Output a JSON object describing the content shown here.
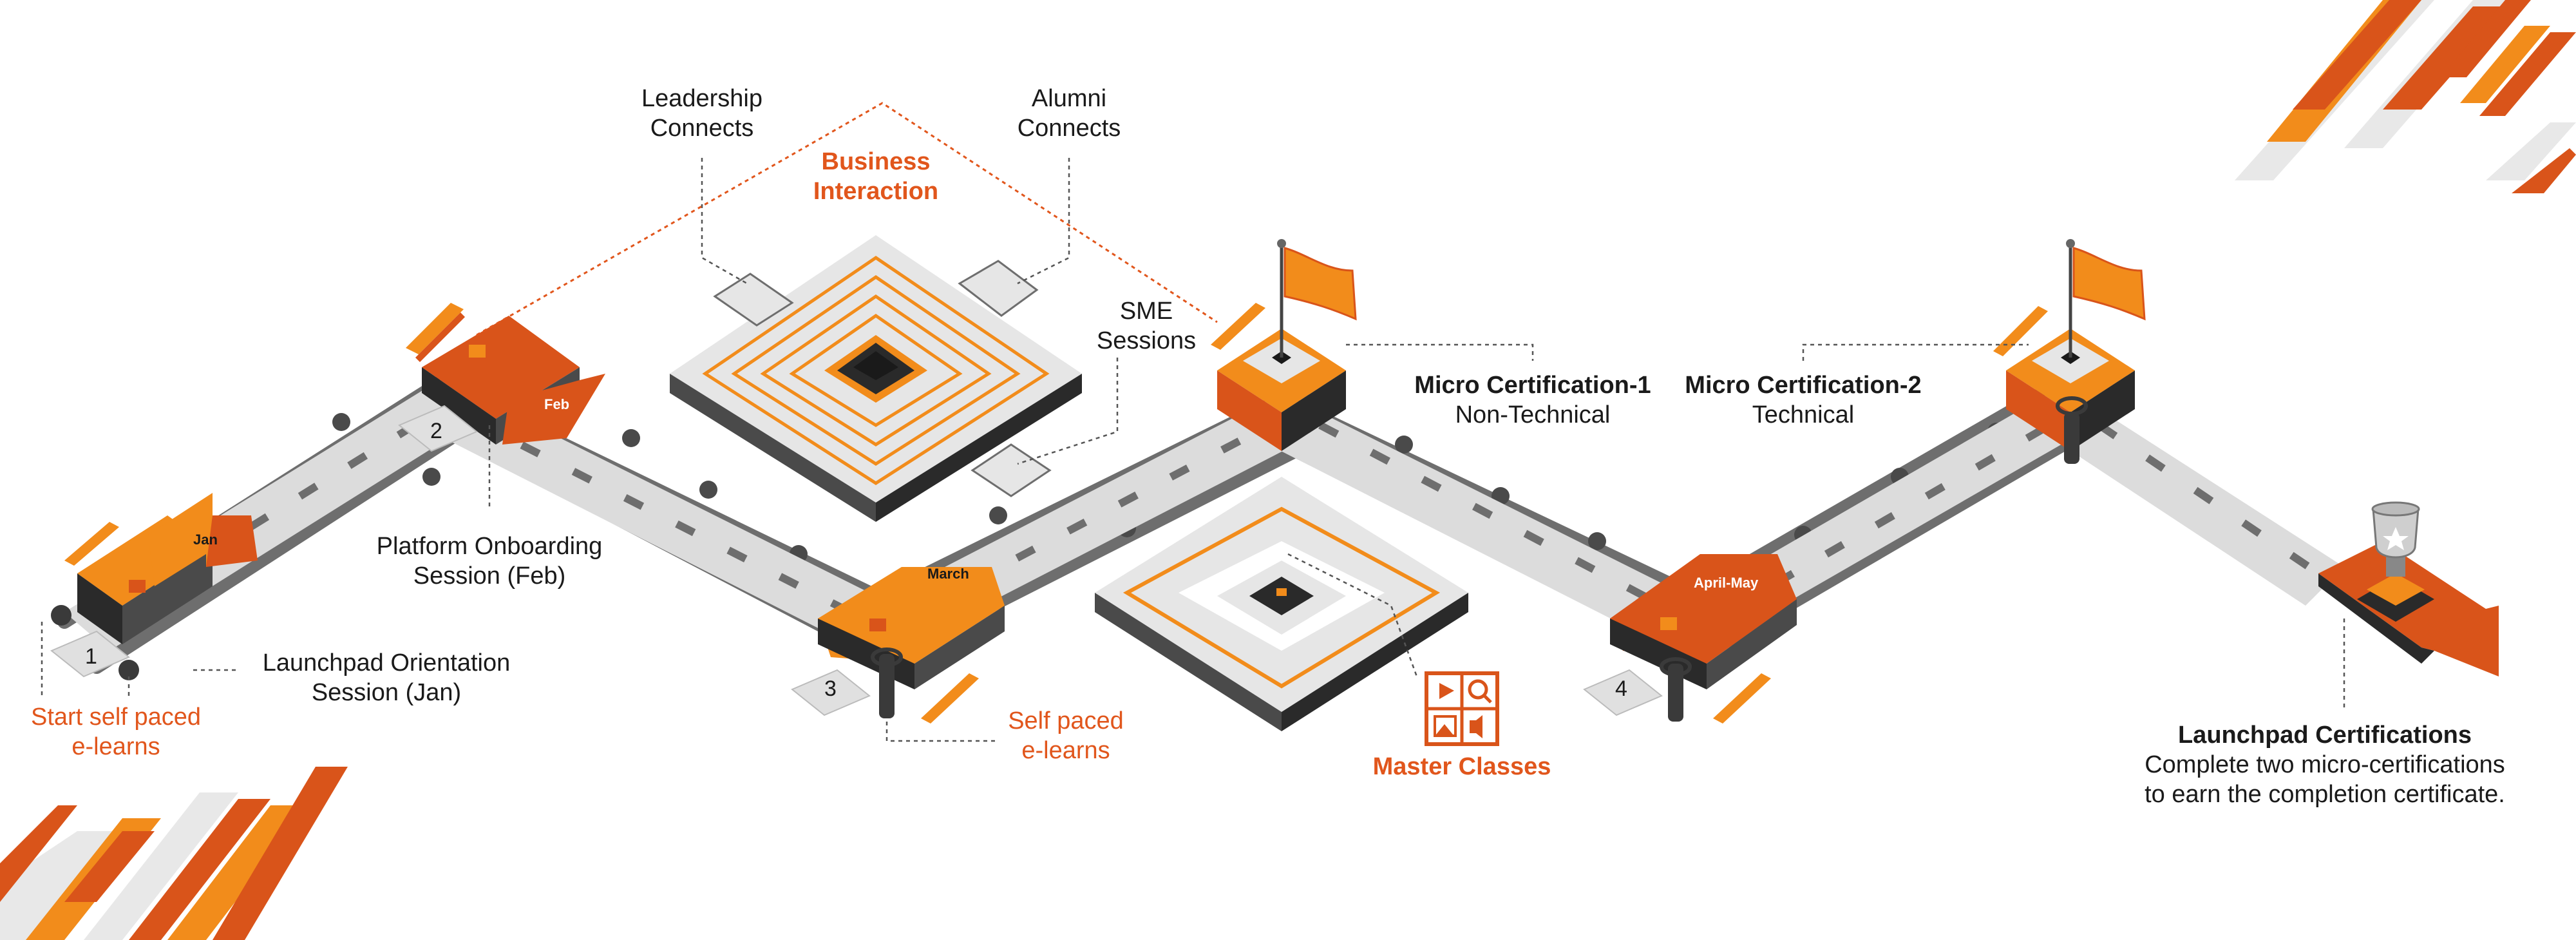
{
  "colors": {
    "orange": "#f28c1b",
    "orange_dark": "#d9541a",
    "accent_text": "#e1561c",
    "road": "#dcdcdc",
    "pipe": "#6e6e6e",
    "dark": "#2a2a2a"
  },
  "months": {
    "jan": "Jan",
    "feb": "Feb",
    "march": "March",
    "april_may": "April-May"
  },
  "step_numbers": [
    "1",
    "2",
    "3",
    "4"
  ],
  "labels": {
    "leadership": [
      "Leadership",
      "Connects"
    ],
    "alumni": [
      "Alumni",
      "Connects"
    ],
    "business": [
      "Business",
      "Interaction"
    ],
    "sme": [
      "SME",
      "Sessions"
    ],
    "micro1_title": "Micro Certification-1",
    "micro1_sub": "Non-Technical",
    "micro2_title": "Micro Certification-2",
    "micro2_sub": "Technical",
    "platform": [
      "Platform Onboarding",
      "Session (Feb)"
    ],
    "launchpad_orientation": [
      "Launchpad Orientation",
      "Session (Jan)"
    ],
    "start_self": [
      "Start self paced",
      "e-learns"
    ],
    "self_paced": [
      "Self paced",
      "e-learns"
    ],
    "master_classes": "Master Classes",
    "launchpad_cert_title": "Launchpad Certifications",
    "launchpad_cert_desc": [
      "Complete two micro-certifications",
      "to earn the completion certificate."
    ]
  }
}
